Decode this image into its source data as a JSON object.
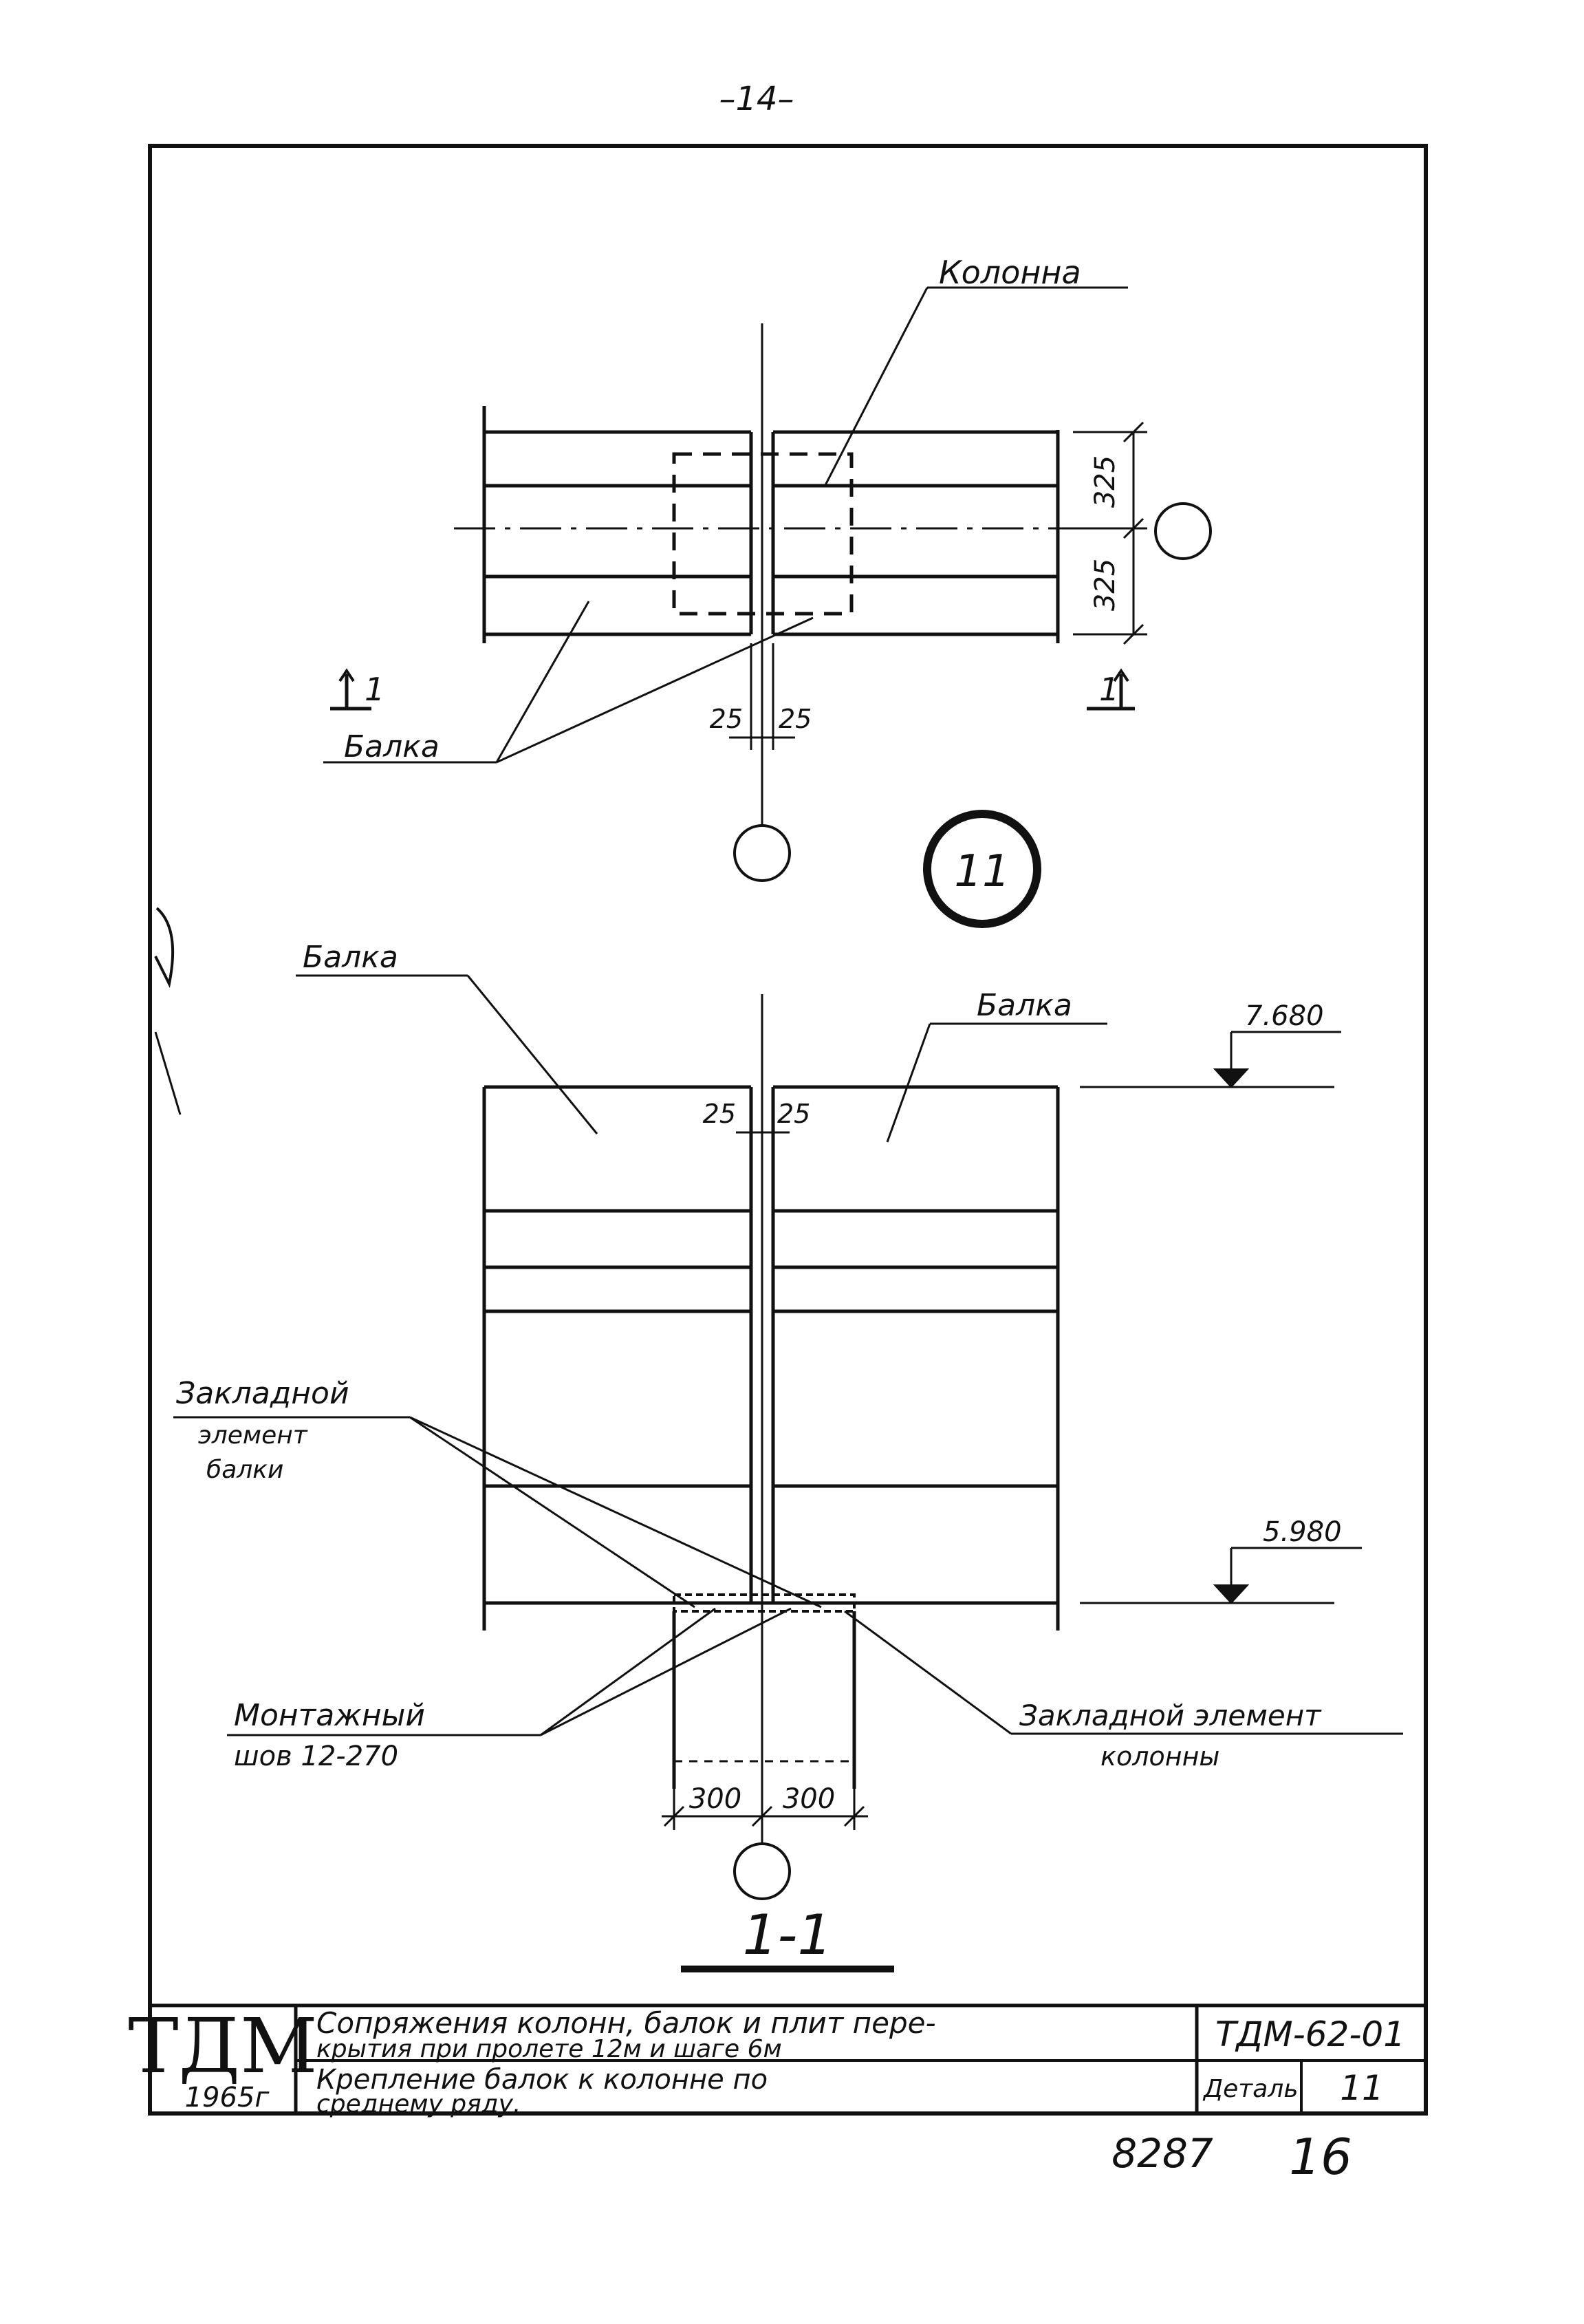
{
  "page_number": "–14–",
  "labels": {
    "column": "Колонна",
    "beam_top": "Балка",
    "beam_left": "Балка",
    "beam_right": "Балка",
    "embedded_beam_line1": "Закладной",
    "embedded_beam_line2": "элемент",
    "embedded_beam_line3": "балки",
    "weld_line1": "Монтажный",
    "weld_line2": "шов 12-270",
    "embedded_column_line1": "Закладной элемент",
    "embedded_column_line2": "колонны",
    "section_mark": "1",
    "section_title": "1-1",
    "detail_number": "11"
  },
  "dimensions": {
    "plan_325_top": "325",
    "plan_325_bottom": "325",
    "plan_gap_left": "25",
    "plan_gap_right": "25",
    "sec_gap_left": "25",
    "sec_gap_right": "25",
    "col_half_left": "300",
    "col_half_right": "300",
    "elev_top": "7.680",
    "elev_bottom": "5.980"
  },
  "title_block": {
    "logo_main": "ТДМ",
    "logo_year": "1965г",
    "description_line1": "Сопряжения колонн, балок и плит пере-",
    "description_line2": "крытия при пролете 12м и шаге 6м",
    "subtitle_line1": "Крепление балок к колонне по",
    "subtitle_line2": "среднему ряду.",
    "code": "ТДМ-62-01",
    "detail_label": "Деталь",
    "detail_value": "11"
  },
  "footer": {
    "stamp_left": "8287",
    "stamp_right": "16"
  }
}
